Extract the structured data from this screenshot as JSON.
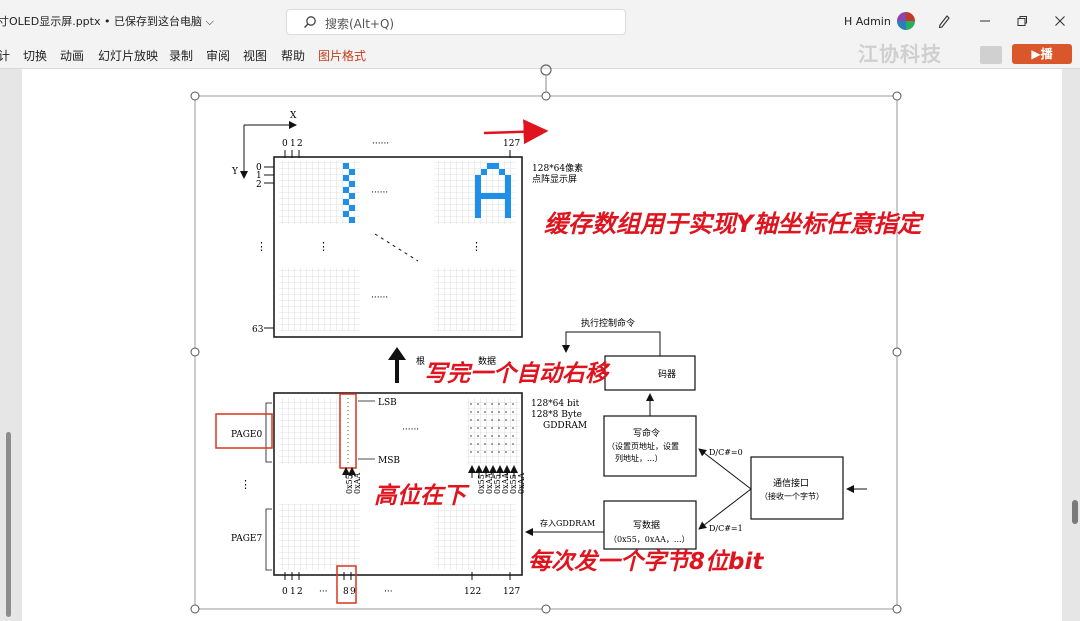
{
  "window": {
    "doc_title": "寸OLED显示屏.pptx • 已保存到这台电脑 ⌵",
    "search_placeholder": "搜索(Alt+Q)",
    "user_name": "H Admin"
  },
  "menu": {
    "items": [
      "计",
      "切换",
      "动画",
      "幻灯片放映",
      "录制",
      "审阅",
      "视图",
      "帮助",
      "图片格式"
    ],
    "active_index": 8
  },
  "watermark": {
    "text": "江协科技",
    "tag": "▶播"
  },
  "colors": {
    "accent": "#c43e1c",
    "annotation": "#e0141e",
    "pixel_blue": "#1e90e8",
    "highlight_box": "#d9361f"
  },
  "diagram": {
    "top_panel": {
      "x_axis": "X",
      "y_axis": "Y",
      "x_ticks": [
        "0",
        "1",
        "2",
        "127"
      ],
      "y_ticks": [
        "0",
        "1",
        "2",
        "63"
      ],
      "dashes": "······",
      "dots": "⋮",
      "label_line1": "128*64像素",
      "label_line2": "点阵显示屏"
    },
    "bottom_panel": {
      "page0": "PAGE0",
      "page7": "PAGE7",
      "lsb": "LSB",
      "msb": "MSB",
      "label_line1": "128*64 bit",
      "label_line2": "128*8 Byte",
      "label_line3": "GDDRAM",
      "x_ticks": [
        "0",
        "1",
        "2",
        "8",
        "9",
        "122",
        "127"
      ],
      "x_dots": "···",
      "byte_55": "0x55",
      "byte_aa": "0xAA",
      "byte_55b": "0x55",
      "byte_aab": "0xAA",
      "byte_55c": "0x55",
      "byte_aac": "0xAA",
      "byte_55d": "0x55",
      "byte_aad": "0xAA",
      "side_dots": "⋮"
    },
    "flow": {
      "exec_cmd": "执行控制命令",
      "decoder": "码器",
      "write_cmd_title": "写命令",
      "write_cmd_l1": "（设置页地址，设置",
      "write_cmd_l2": "列地址，...）",
      "write_data_title": "写数据",
      "write_data_l1": "（0x55，0xAA，...）",
      "comm_title": "通信接口",
      "comm_sub": "（接收一个字节）",
      "dc0": "D/C#=0",
      "dc1": "D/C#=1",
      "store": "存入GDDRAM",
      "partial": "根",
      "partial_tail": "数据"
    }
  },
  "annotations": {
    "buffer": "缓存数组用于实现Y轴坐标任意指定",
    "auto_shift": "写完一个自动右移",
    "high_bit": "高位在下",
    "per_byte": "每次发一个字节8位bit"
  }
}
